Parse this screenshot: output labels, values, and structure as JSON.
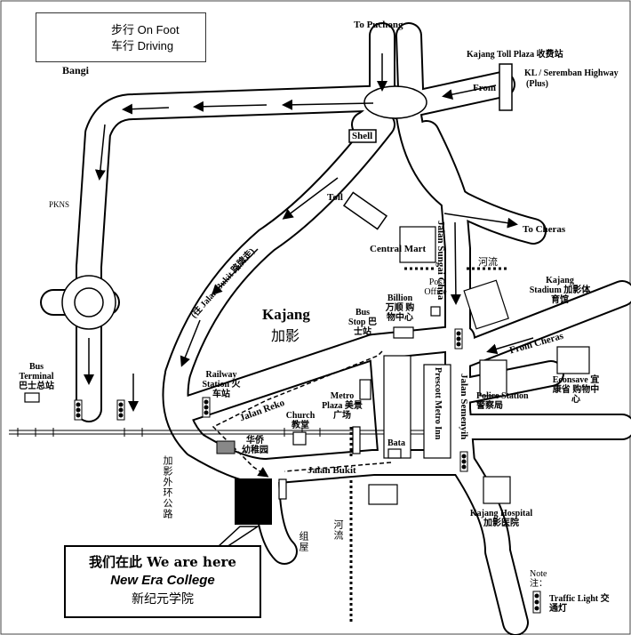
{
  "legend": {
    "walk": "步行  On Foot",
    "drive": "车行  Driving"
  },
  "places": {
    "bangi": "Bangi",
    "puchong": "To Puchong",
    "toll_plaza": "Kajang Toll  Plaza 收费站",
    "highway": "KL / Seremban Highway",
    "plus": "(Plus)",
    "from": "From",
    "shell": "Shell",
    "toll": "Toll",
    "cheras": "To Cheras",
    "pkns": "PKNS",
    "central_mart": "Central Mart",
    "river1": "河流",
    "pos_office": "Pos Office",
    "billion": "Billion 万顺 购物中心",
    "sungai_chua": "Jalan Sungai Chua",
    "stadium": "Kajang Stadium 加影体育馆",
    "bukit_road": "(往 Jalan Bukit 路牌走)",
    "kajang": "Kajang",
    "kajang_cn": "加影",
    "bus_stop": "Bus Stop 巴士站",
    "from_cheras": "From Cheras",
    "bus_terminal": "Bus Terminal 巴士总站",
    "railway": "Railway Station 火车站",
    "reko": "Jalan Reko",
    "metro_plaza": "Metro Plaza 美景广场",
    "prescott": "Prescott Metro Inn",
    "semenyih": "Jalan Semenyih",
    "police": "Police Station 警察局",
    "econsave": "Econsave 宜康省 购物中心",
    "church": "Church 教堂",
    "kindergarten": "华侨 幼稚园",
    "bata": "Bata",
    "jalan_bukit": "Jalan Bukit",
    "ring_road": "加影外环公路",
    "river2": "河流",
    "shophouse": "组屋",
    "hospital": "Kajang Hospital 加影医院",
    "note": "Note 注：",
    "traffic_light": "Traffic Light 交通灯"
  },
  "callout": {
    "line1": "我们在此  We are here",
    "line2": "New Era College",
    "line3": "新纪元学院"
  }
}
